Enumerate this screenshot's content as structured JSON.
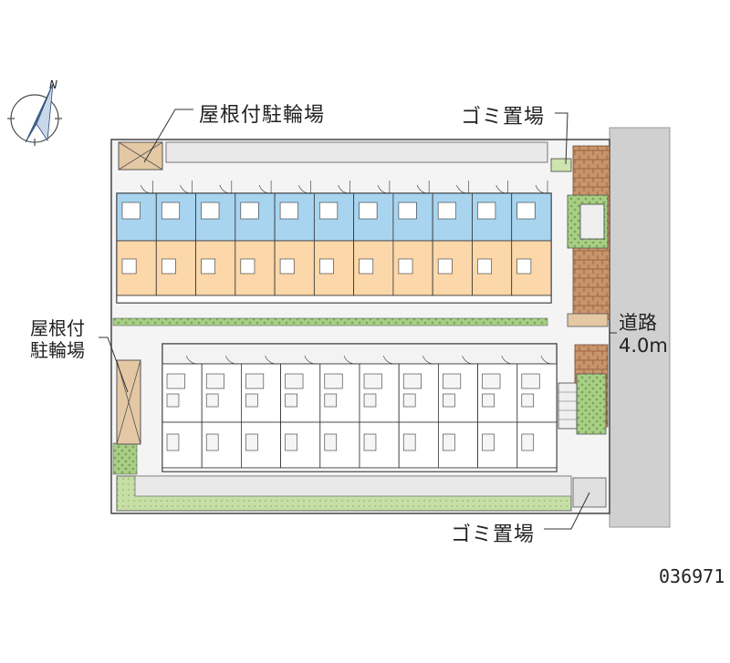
{
  "labels": {
    "parking_top": "屋根付駐輪場",
    "parking_left_line1": "屋根付",
    "parking_left_line2": "駐輪場",
    "garbage_top": "ゴミ置場",
    "garbage_bottom": "ゴミ置場",
    "road_name": "道路",
    "road_width": "4.0m",
    "property_code": "036971",
    "compass_north": "N"
  },
  "colors": {
    "road": "#d0d0d0",
    "grass": "#c6dfa6",
    "path": "#e7e7e7",
    "unit_upper": "#fbd7a9",
    "unit_bath": "#a8d4f0",
    "unit_lower": "#ffffff",
    "parking": "#e4c8a4",
    "brick": "#c28a5e",
    "outline": "#333333",
    "compass": "#4a6fa5"
  },
  "buildings": {
    "upper_unit_count": 11,
    "lower_unit_count": 10
  }
}
